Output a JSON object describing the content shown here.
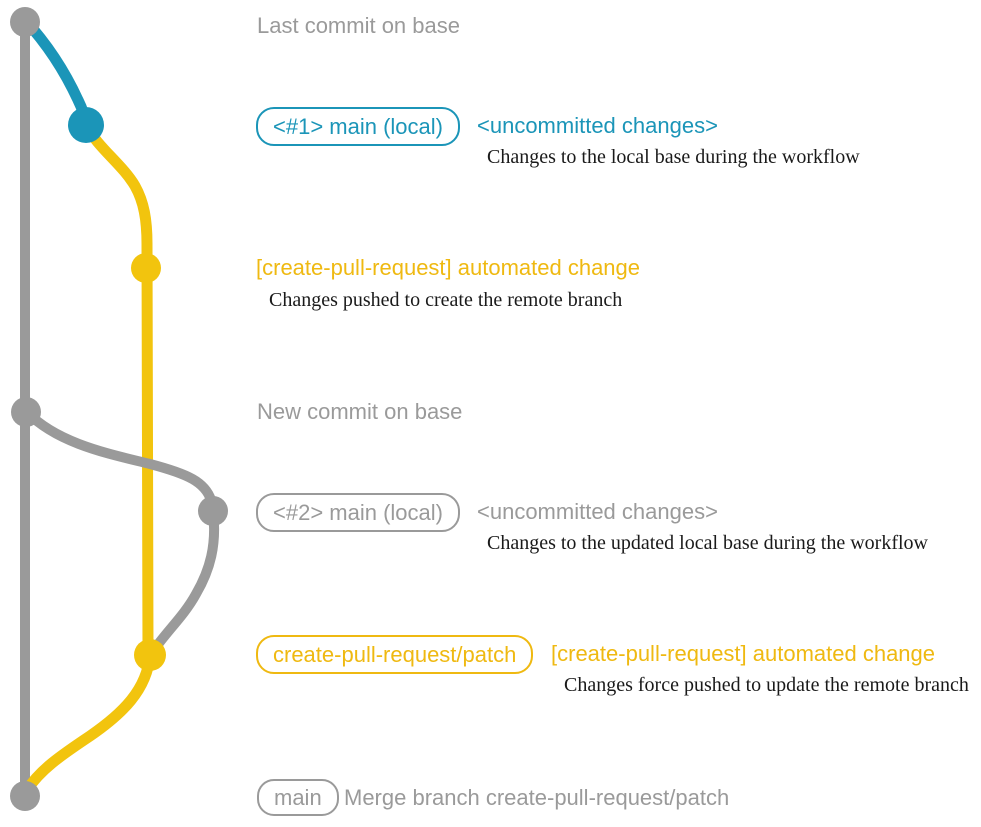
{
  "colors": {
    "gray": "#9a9a9a",
    "teal": "#1b95b8",
    "yellow": "#f2c40e",
    "yellow_text": "#efb911",
    "ink": "#1a1a1a",
    "bg": "#ffffff"
  },
  "graph": {
    "nodes": [
      {
        "id": "base-last-commit",
        "color": "gray"
      },
      {
        "id": "main-local-1",
        "color": "teal"
      },
      {
        "id": "patch-commit-1",
        "color": "yellow"
      },
      {
        "id": "base-new-commit",
        "color": "gray"
      },
      {
        "id": "main-local-2",
        "color": "gray"
      },
      {
        "id": "patch-commit-2",
        "color": "yellow"
      },
      {
        "id": "merge-commit",
        "color": "gray"
      }
    ],
    "edges": [
      {
        "id": "base-branch",
        "color": "gray"
      },
      {
        "id": "uncommitted-1",
        "color": "teal"
      },
      {
        "id": "patch-branch-create",
        "color": "yellow"
      },
      {
        "id": "uncommitted-2",
        "color": "gray"
      },
      {
        "id": "patch-branch-update",
        "color": "gray"
      },
      {
        "id": "merge-into-base",
        "color": "yellow"
      }
    ]
  },
  "annotations": {
    "row1": {
      "title": "Last commit on base"
    },
    "row2": {
      "branch_label": "<#1> main (local)",
      "status": "<uncommitted changes>",
      "description": "Changes to the local base during the workflow"
    },
    "row3": {
      "title": "[create-pull-request] automated change",
      "description": "Changes pushed to create the remote branch"
    },
    "row4": {
      "title": "New commit on base"
    },
    "row5": {
      "branch_label": "<#2> main (local)",
      "status": "<uncommitted changes>",
      "description": "Changes to the updated local base during the workflow"
    },
    "row6": {
      "branch_label": "create-pull-request/patch",
      "title": "[create-pull-request] automated change",
      "description": "Changes force pushed to update the remote branch"
    },
    "row7": {
      "branch_label": "main",
      "title": "Merge branch create-pull-request/patch"
    }
  }
}
